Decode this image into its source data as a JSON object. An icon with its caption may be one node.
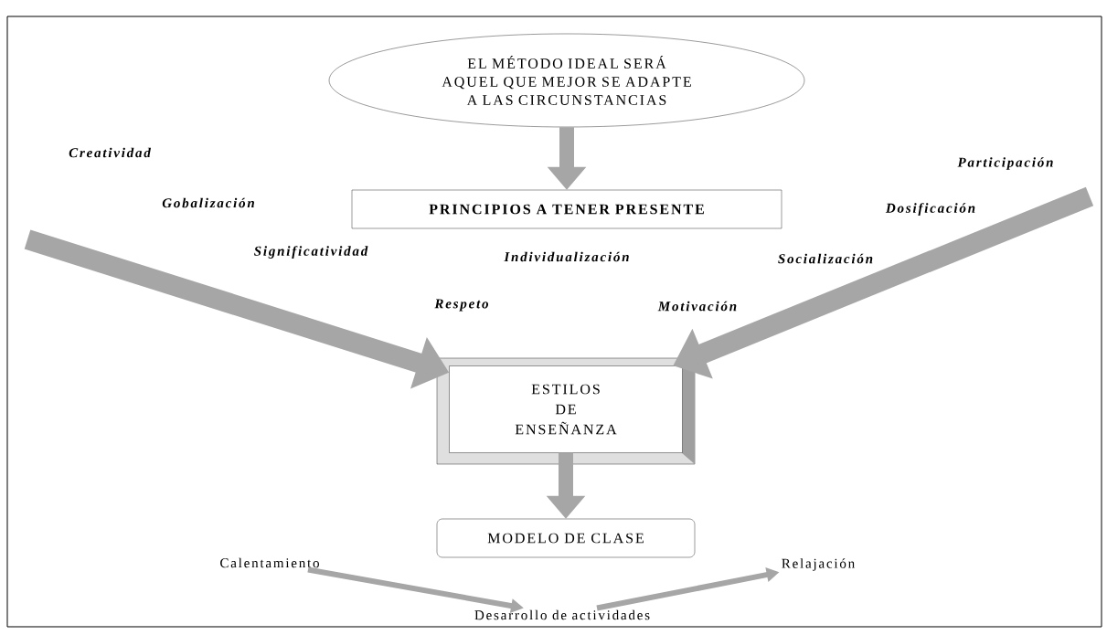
{
  "diagram": {
    "nodes": [
      {
        "text": [
          "EL MÉTODO IDEAL SERÁ AQUEL QUE MEJOR SE ADAPTE A LAS CIRCUNSTANCIAS"
        ]
      },
      {
        "text": [
          "PRINCIPIOS A TENER PRESENTE"
        ]
      },
      {
        "text": [
          "ESTILOS DE ENSEÑANZA"
        ]
      },
      {
        "text": [
          "MODELO DE CLASE"
        ]
      },
      {
        "text": [
          "Calentamiento"
        ]
      },
      {
        "text": [
          "Desarrollo de actividades"
        ]
      },
      {
        "text": [
          "Relajación"
        ]
      }
    ],
    "edges": [
      {
        "from": 0,
        "to": 1,
        "arrow": "to"
      },
      {
        "from": null,
        "to": 2,
        "arrow": "to"
      },
      {
        "from": null,
        "to": 2,
        "arrow": "to"
      },
      {
        "from": 2,
        "to": 3,
        "arrow": "to"
      },
      {
        "from": 4,
        "to": 5,
        "arrow": "to"
      },
      {
        "from": 5,
        "to": 6,
        "arrow": "to"
      }
    ],
    "labels": [
      "Creatividad",
      "Participación",
      "Gobalización",
      "Dosificación",
      "Significatividad",
      "Individualización",
      "Socialización",
      "Respeto",
      "Motivación"
    ]
  }
}
